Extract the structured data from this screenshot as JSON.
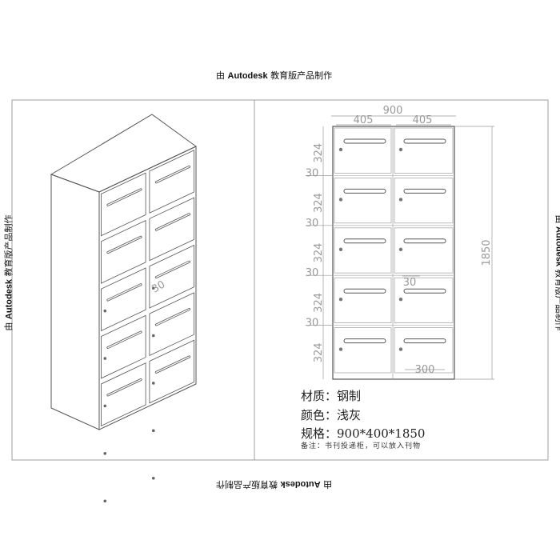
{
  "watermark": {
    "prefix": "由 ",
    "brand": "Autodesk",
    "suffix": " 教育版产品制作"
  },
  "dimensions": {
    "overall_width": "900",
    "door_width_left": "405",
    "door_width_right": "405",
    "overall_height": "1850",
    "door_height": "324",
    "gap": "30",
    "slot_width": "300",
    "slot_depth": "30",
    "rows": 5,
    "columns": 2
  },
  "specs": [
    {
      "label": "材质：",
      "value": "钢制"
    },
    {
      "label": "颜色：",
      "value": "浅灰"
    },
    {
      "label": "规格：",
      "value": "900*400*1850"
    }
  ],
  "note": "备注：书刊投递柜，可以放入刊物",
  "colors": {
    "line": "#555555",
    "dim": "#999999"
  }
}
